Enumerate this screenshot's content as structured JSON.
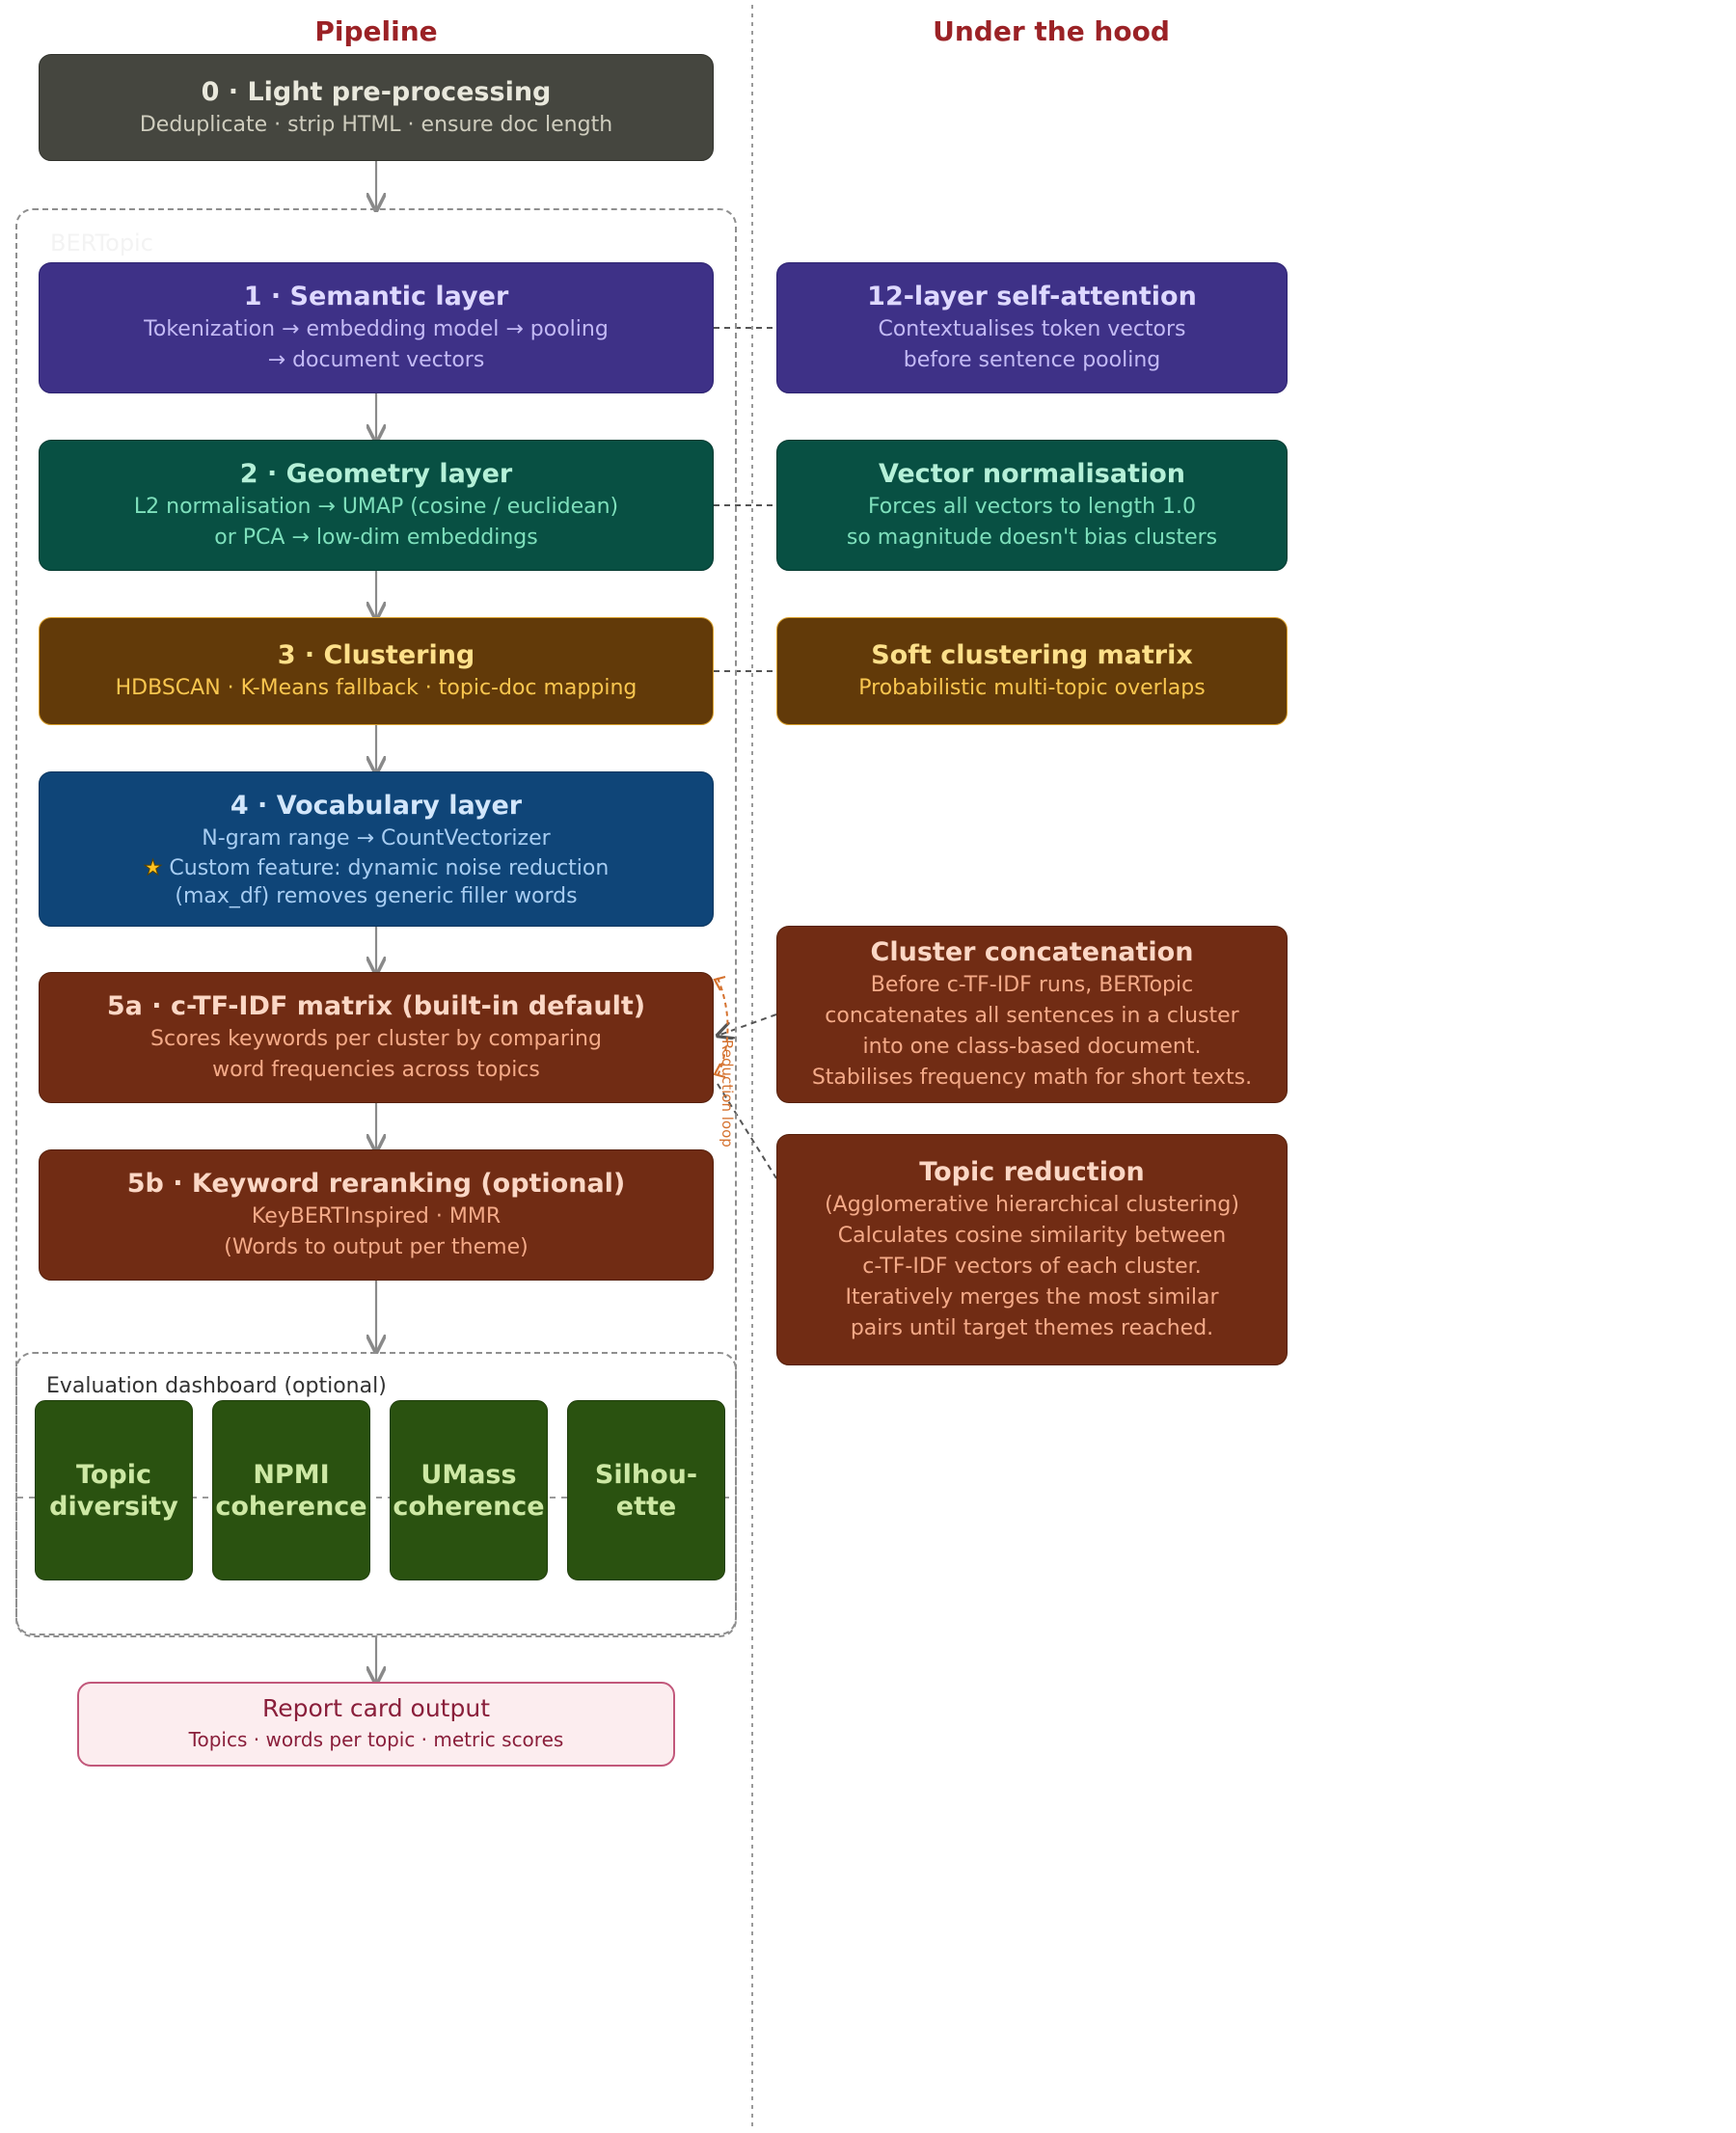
{
  "headers": {
    "pipeline": "Pipeline",
    "under_the_hood": "Under the hood"
  },
  "bertopic_frame_label": "BERTopic",
  "pipeline": {
    "preprocess": {
      "title": "0 · Light pre-processing",
      "subtitle": "Deduplicate · strip HTML · ensure doc length"
    },
    "semantic": {
      "title": "1 · Semantic layer",
      "lines": [
        "Tokenization → embedding model → pooling",
        "→ document vectors"
      ]
    },
    "geometry": {
      "title": "2 · Geometry layer",
      "lines": [
        "L2 normalisation → UMAP (cosine / euclidean)",
        "or PCA → low-dim embeddings"
      ]
    },
    "clustering": {
      "title": "3 · Clustering",
      "lines": [
        "HDBSCAN · K-Means fallback · topic-doc mapping"
      ]
    },
    "vocabulary": {
      "title": "4 · Vocabulary layer",
      "lines": [
        "N-gram range → CountVectorizer",
        "Custom feature: dynamic noise reduction",
        "(max_df) removes generic filler words"
      ]
    },
    "ctfidf": {
      "title": "5a · c-TF-IDF matrix (built-in default)",
      "lines": [
        "Scores keywords per cluster by comparing",
        "word frequencies across topics"
      ]
    },
    "rerank": {
      "title": "5b · Keyword reranking (optional)",
      "lines": [
        "KeyBERTInspired · MMR",
        "(Words to output per theme)"
      ]
    },
    "report": {
      "title": "Report card output",
      "subtitle": "Topics · words per topic · metric scores"
    }
  },
  "evaluation": {
    "label": "Evaluation dashboard (optional)",
    "metrics": [
      {
        "lines": [
          "Topic",
          "diversity"
        ]
      },
      {
        "lines": [
          "NPMI",
          "coherence"
        ]
      },
      {
        "lines": [
          "UMass",
          "coherence"
        ]
      },
      {
        "lines": [
          "Silhou-",
          "ette"
        ]
      }
    ]
  },
  "hood": {
    "attention": {
      "title": "12-layer self-attention",
      "lines": [
        "Contextualises token vectors",
        "before sentence pooling"
      ]
    },
    "normalisation": {
      "title": "Vector normalisation",
      "lines": [
        "Forces all vectors to length 1.0",
        "so magnitude doesn't bias clusters"
      ]
    },
    "soft": {
      "title": "Soft clustering matrix",
      "lines": [
        "Probabilistic multi-topic overlaps"
      ]
    },
    "concat": {
      "title": "Cluster concatenation",
      "lines": [
        "Before c-TF-IDF runs, BERTopic",
        "concatenates all sentences in a cluster",
        "into one class-based document.",
        "Stabilises frequency math for short texts."
      ]
    },
    "reduction": {
      "title": "Topic reduction",
      "lines": [
        "(Agglomerative hierarchical clustering)",
        "Calculates cosine similarity between",
        "c-TF-IDF vectors of each cluster.",
        "Iteratively merges the most similar",
        "pairs until target themes reached."
      ]
    }
  },
  "loop_label": "Reduction loop",
  "colors": {
    "header": "#9b2226",
    "preprocess": "#45463f",
    "semantic": "#3e3187",
    "geometry": "#085043",
    "clustering": "#623a09",
    "vocabulary": "#0f4578",
    "ctfidf": "#712c14",
    "metrics": "#2a5210",
    "report_border": "#c2587b"
  }
}
